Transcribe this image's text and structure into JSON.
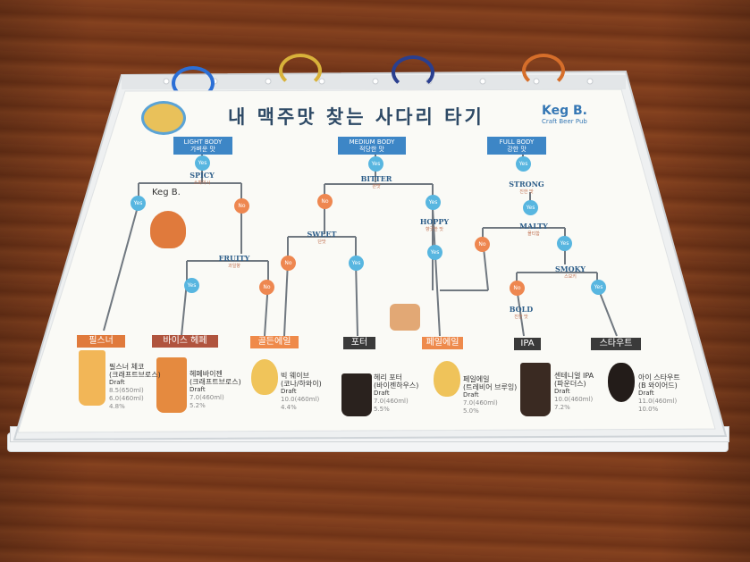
{
  "title": "내 맥주맛 찾는 사다리 타기",
  "logo_right": {
    "name": "Keg B.",
    "tagline": "Craft Beer Pub"
  },
  "cat_sign": "Keg B.",
  "columns": [
    {
      "label": "LIGHT BODY",
      "sub": "가벼운 맛"
    },
    {
      "label": "MEDIUM BODY",
      "sub": "적당한 맛"
    },
    {
      "label": "FULL BODY",
      "sub": "강한 맛"
    }
  ],
  "answers": {
    "yes": "Yes",
    "no": "No"
  },
  "questions": {
    "spicy": {
      "label": "SPICY",
      "sub": "스파이시"
    },
    "fruity": {
      "label": "FRUITY",
      "sub": "과일향"
    },
    "bitter": {
      "label": "BITTER",
      "sub": "쓴맛"
    },
    "sweet": {
      "label": "SWEET",
      "sub": "단맛"
    },
    "hoppy": {
      "label": "HOPPY",
      "sub": "향긋한 맛"
    },
    "strong": {
      "label": "STRONG",
      "sub": "진한 맛"
    },
    "malty": {
      "label": "MALTY",
      "sub": "몰티함"
    },
    "smoky": {
      "label": "SMOKY",
      "sub": "스모키"
    },
    "bold": {
      "label": "BOLD",
      "sub": "진한 맛"
    }
  },
  "beers": [
    {
      "label": "필스너",
      "name": "필스너 체코",
      "brewery": "(크래프트브로스)",
      "serve": "Draft",
      "price1": "8.5(650ml)",
      "price2": "6.0(460ml)",
      "abv": "4.8%",
      "color": "#e07a3c"
    },
    {
      "label": "바이스   헤페",
      "name": "헤페바이젠",
      "brewery": "(크래프트브로스)",
      "serve": "Draft",
      "price1": "7.0(460ml)",
      "price2": "",
      "abv": "5.2%",
      "color": "#b0543e"
    },
    {
      "label": "골든에일",
      "name": "빅 웨이브",
      "brewery": "(코나/하와이)",
      "serve": "Draft",
      "price1": "10.0(460ml)",
      "price2": "",
      "abv": "4.4%",
      "color": "#ef8a4a"
    },
    {
      "label": "포터",
      "name": "헤리 포터",
      "brewery": "(바이젠하우스)",
      "serve": "Draft",
      "price1": "7.0(460ml)",
      "price2": "",
      "abv": "5.5%",
      "color": "#3a3a3a"
    },
    {
      "label": "페일에일",
      "name": "페일에일",
      "brewery": "(트레비어 브루잉)",
      "serve": "Draft",
      "price1": "7.0(460ml)",
      "price2": "",
      "abv": "5.0%",
      "color": "#ee8a4c"
    },
    {
      "label": "IPA",
      "name": "센테니얼 IPA",
      "brewery": "(파운더스)",
      "serve": "Draft",
      "price1": "10.0(460ml)",
      "price2": "",
      "abv": "7.2%",
      "color": "#3a3a3a"
    },
    {
      "label": "스타우트",
      "name": "아이 스타우트",
      "brewery": "(B 와이어드)",
      "serve": "Draft",
      "price1": "11.0(460ml)",
      "price2": "",
      "abv": "10.0%",
      "color": "#3a3a3a"
    }
  ]
}
